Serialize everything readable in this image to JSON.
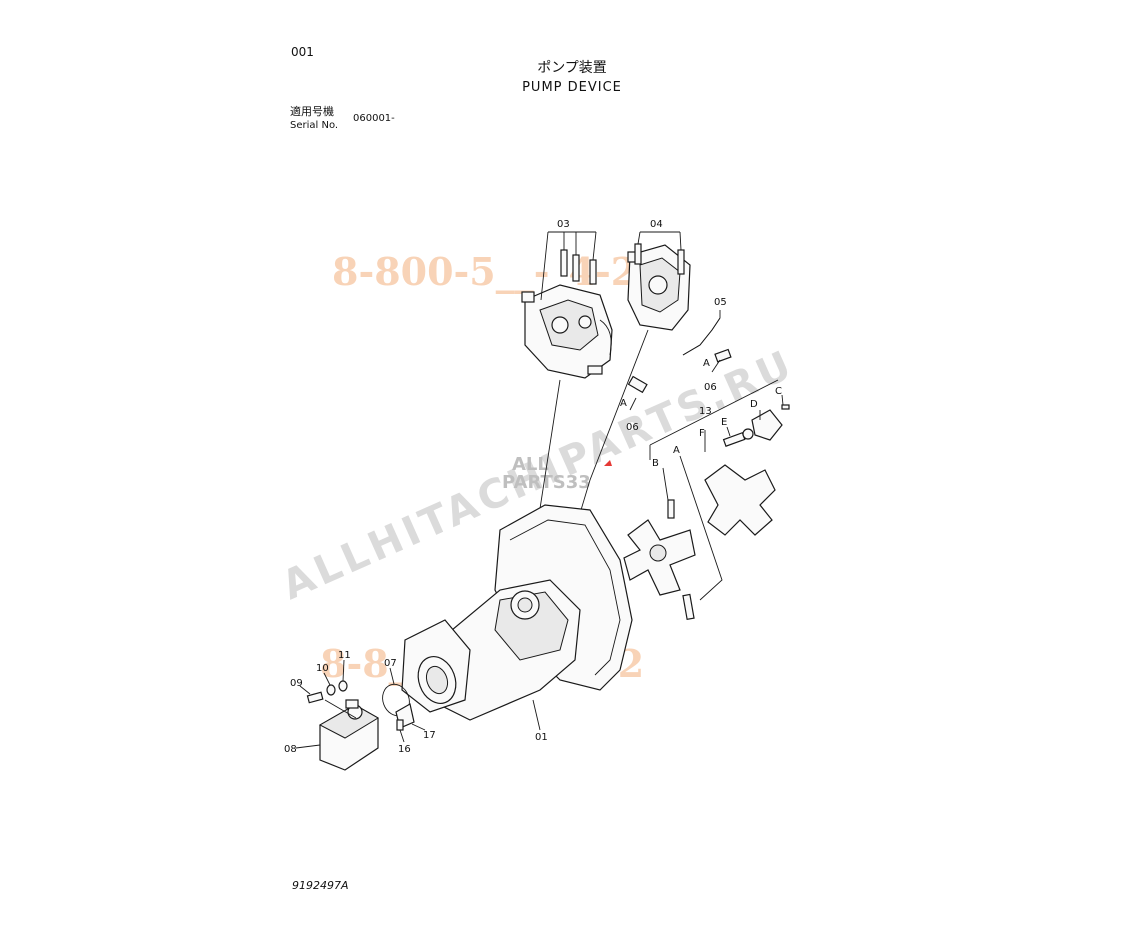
{
  "header": {
    "sheet_number": "001",
    "title_jp": "ポンプ装置",
    "title_en": "PUMP DEVICE",
    "serial_label_jp": "適用号機",
    "serial_label_en": "Serial No.",
    "serial_value": "060001-"
  },
  "footer": {
    "document_number": "9192497A"
  },
  "callouts": {
    "p01": "01",
    "p03": "03",
    "p04": "04",
    "p05": "05",
    "p06a": "06",
    "p06b": "06",
    "p07": "07",
    "p08": "08",
    "p09": "09",
    "p10": "10",
    "p11": "11",
    "p13": "13",
    "p16": "16",
    "p17": "17",
    "refA1": "A",
    "refA2": "A",
    "refA3": "A",
    "refB": "B",
    "refC": "C",
    "refD": "D",
    "refE": "E",
    "refF": "F"
  },
  "watermarks": {
    "phone_top": "8-800-5__-_4-22",
    "phone_bottom": "8-8__-5__-34-22",
    "site": "ALLHITACHIPARTS.RU",
    "logo_top": "ALL",
    "logo_bottom": "PARTS33"
  }
}
